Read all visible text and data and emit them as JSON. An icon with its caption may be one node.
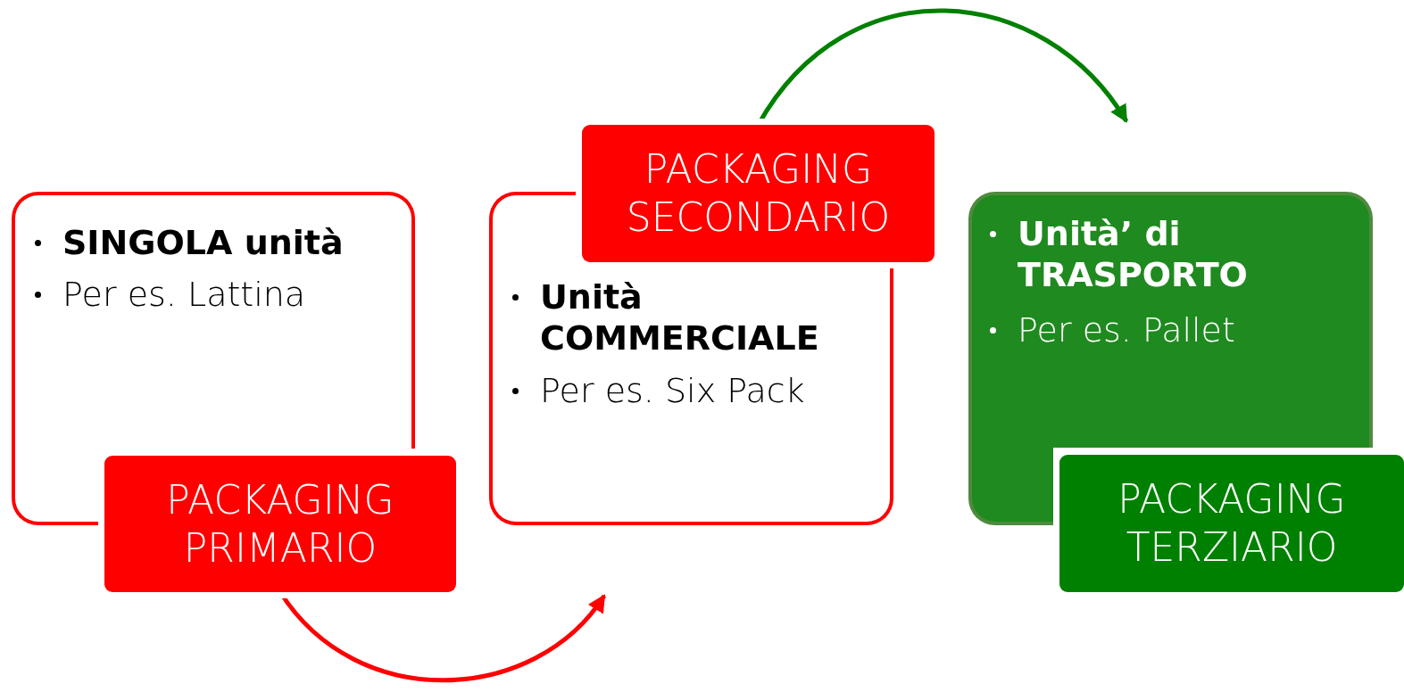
{
  "diagram": {
    "nodes": [
      {
        "text": [
          "SINGOLA unità",
          "Per es. Lattina"
        ]
      },
      {
        "text": [
          "PACKAGING PRIMARIO"
        ]
      },
      {
        "text": [
          "Unità COMMERCIALE",
          "Per es. Six Pack"
        ]
      },
      {
        "text": [
          "PACKAGING SECONDARIO"
        ]
      },
      {
        "text": [
          "Unità’ di TRASPORTO",
          "Per es. Pallet"
        ]
      },
      {
        "text": [
          "PACKAGING TERZIARIO"
        ]
      }
    ],
    "edges": [
      {
        "from": 1,
        "to": null,
        "arrow": "to",
        "color": "#ff0000"
      },
      {
        "from": 3,
        "to": null,
        "arrow": "to",
        "color": "#008000"
      }
    ]
  }
}
